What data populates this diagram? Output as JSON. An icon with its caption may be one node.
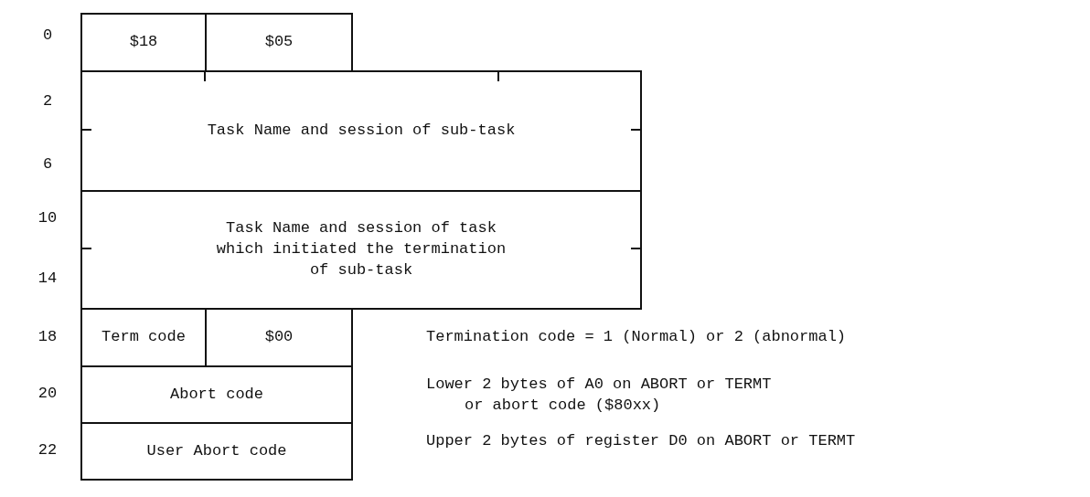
{
  "diagram": {
    "nodes": [
      {
        "text": [
          "$18"
        ]
      },
      {
        "text": [
          "$05"
        ]
      },
      {
        "text": [
          "Task Name and session of sub-task"
        ]
      },
      {
        "text": [
          "Task Name and session of task which initiated the termination of sub-task"
        ]
      },
      {
        "text": [
          "Term code"
        ]
      },
      {
        "text": [
          "$00"
        ]
      },
      {
        "text": [
          "Abort code"
        ]
      },
      {
        "text": [
          "User Abort code"
        ]
      }
    ],
    "edges": [],
    "labels": [
      "0",
      "2",
      "6",
      "10",
      "14",
      "18",
      "Termination code = 1 (Normal) or 2 (abnormal)",
      "20",
      "Lower 2 bytes of A0 on ABORT or TERMT",
      "or abort code ($80xx)",
      "22",
      "Upper 2 bytes of register D0 on ABORT or TERMT"
    ]
  }
}
